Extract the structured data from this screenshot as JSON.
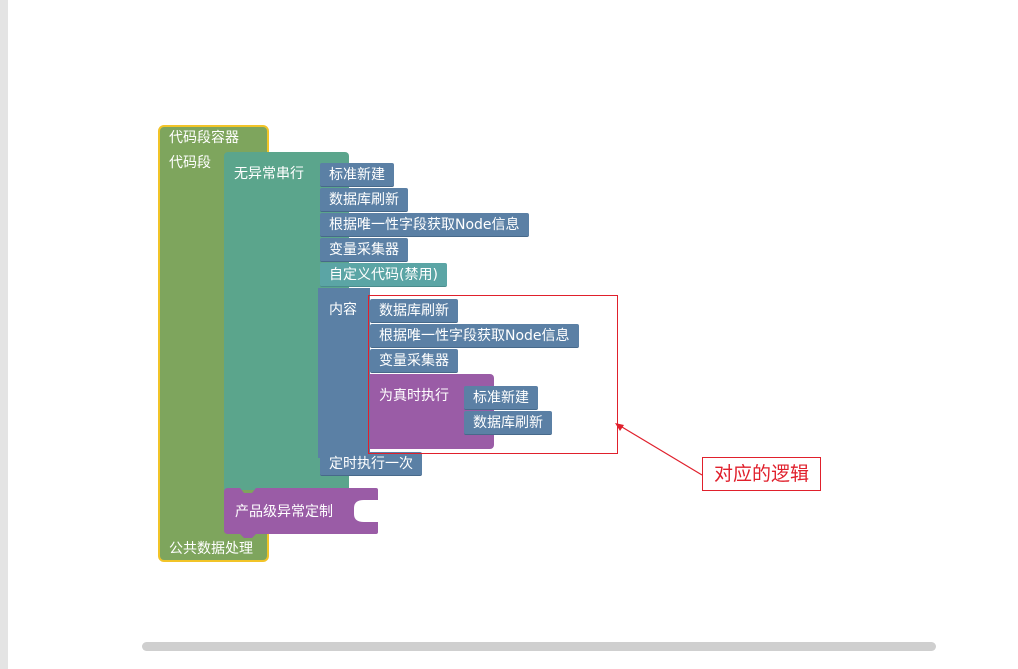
{
  "workspace": {
    "container": {
      "title": "代码段容器",
      "slot_label": "代码段",
      "footer_label": "公共数据处理"
    },
    "serial_block": {
      "label": "无异常串行",
      "items": [
        "标准新建",
        "数据库刷新",
        "根据唯一性字段获取Node信息",
        "变量采集器",
        "自定义代码(禁用)"
      ],
      "content_label": "内容",
      "content_items": [
        "数据库刷新",
        "根据唯一性字段获取Node信息",
        "变量采集器"
      ],
      "realtime_block": {
        "label": "为真时执行",
        "items": [
          "标准新建",
          "数据库刷新"
        ]
      },
      "timer_item": "定时执行一次"
    },
    "exception_block": {
      "label": "产品级异常定制"
    }
  },
  "annotation": {
    "label": "对应的逻辑",
    "color": "#e0202c"
  },
  "colors": {
    "container": "#7ea55d",
    "container_border": "#f2c428",
    "serial": "#5ba58c",
    "action": "#5b80a5",
    "disabled_action": "#5ba5a5",
    "conditional": "#9a5ca6"
  }
}
